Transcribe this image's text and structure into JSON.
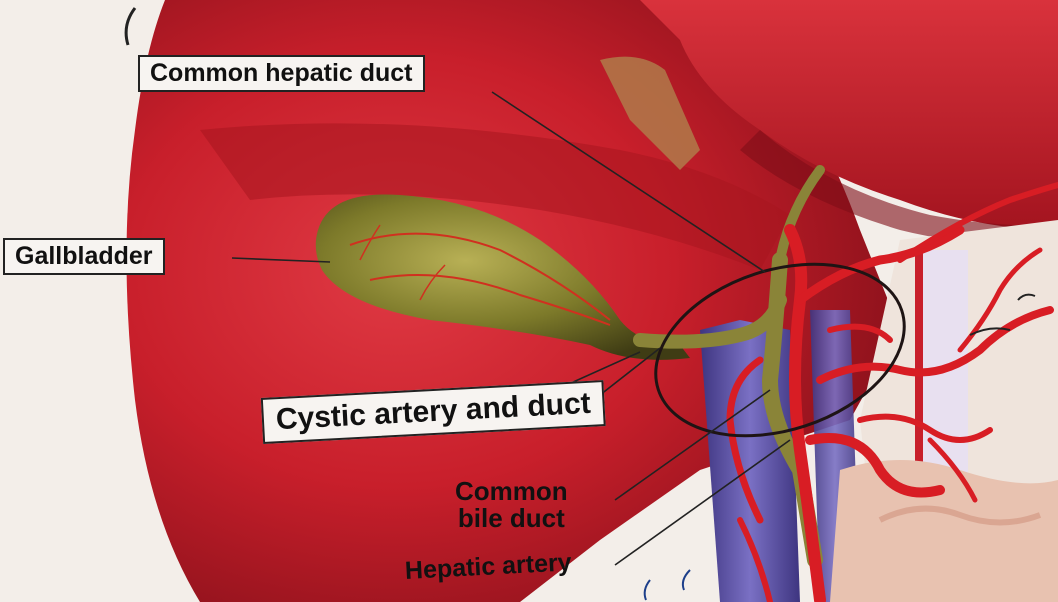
{
  "labels": {
    "common_hepatic_duct": "Common hepatic duct",
    "gallbladder": "Gallbladder",
    "cystic_artery_and_duct": "Cystic artery and duct",
    "common_bile_duct_line1": "Common",
    "common_bile_duct_line2": "bile duct",
    "hepatic_artery": "Hepatic artery"
  },
  "colors": {
    "liver": "#c81f2b",
    "liver_dark": "#9e1520",
    "gallbladder": "#7d7a2a",
    "artery": "#d81d24",
    "vein": "#5a4f9c",
    "background": "#f3eee9"
  }
}
